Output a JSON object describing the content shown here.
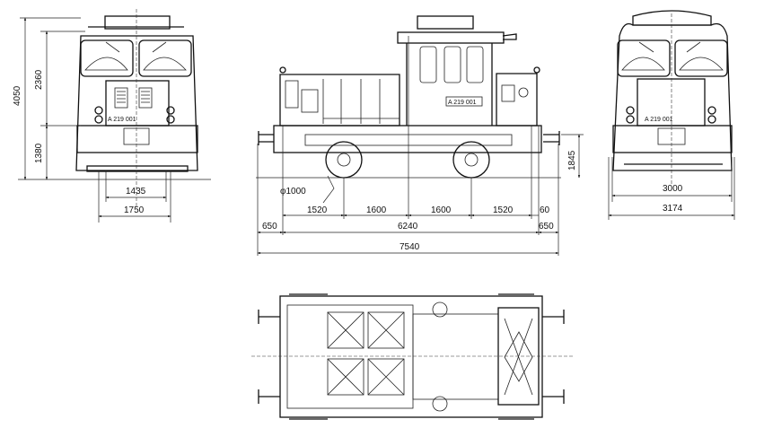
{
  "drawing": {
    "number_plate": "A 219 001",
    "front_view": {
      "height_total": "4050",
      "height_upper": "2360",
      "height_lower": "1380",
      "gauge": "1435",
      "width_axle": "1750"
    },
    "side_view": {
      "wheel_diameter": "φ1000",
      "seg1": "1520",
      "seg2": "1600",
      "seg3": "1600",
      "seg4": "1520",
      "seg5": "60",
      "overhang_left": "650",
      "frame_length": "6240",
      "overhang_right": "650",
      "length_over_buffers": "7540",
      "buffer_height": "1845"
    },
    "rear_view": {
      "width_body": "3000",
      "width_total": "3174"
    }
  }
}
